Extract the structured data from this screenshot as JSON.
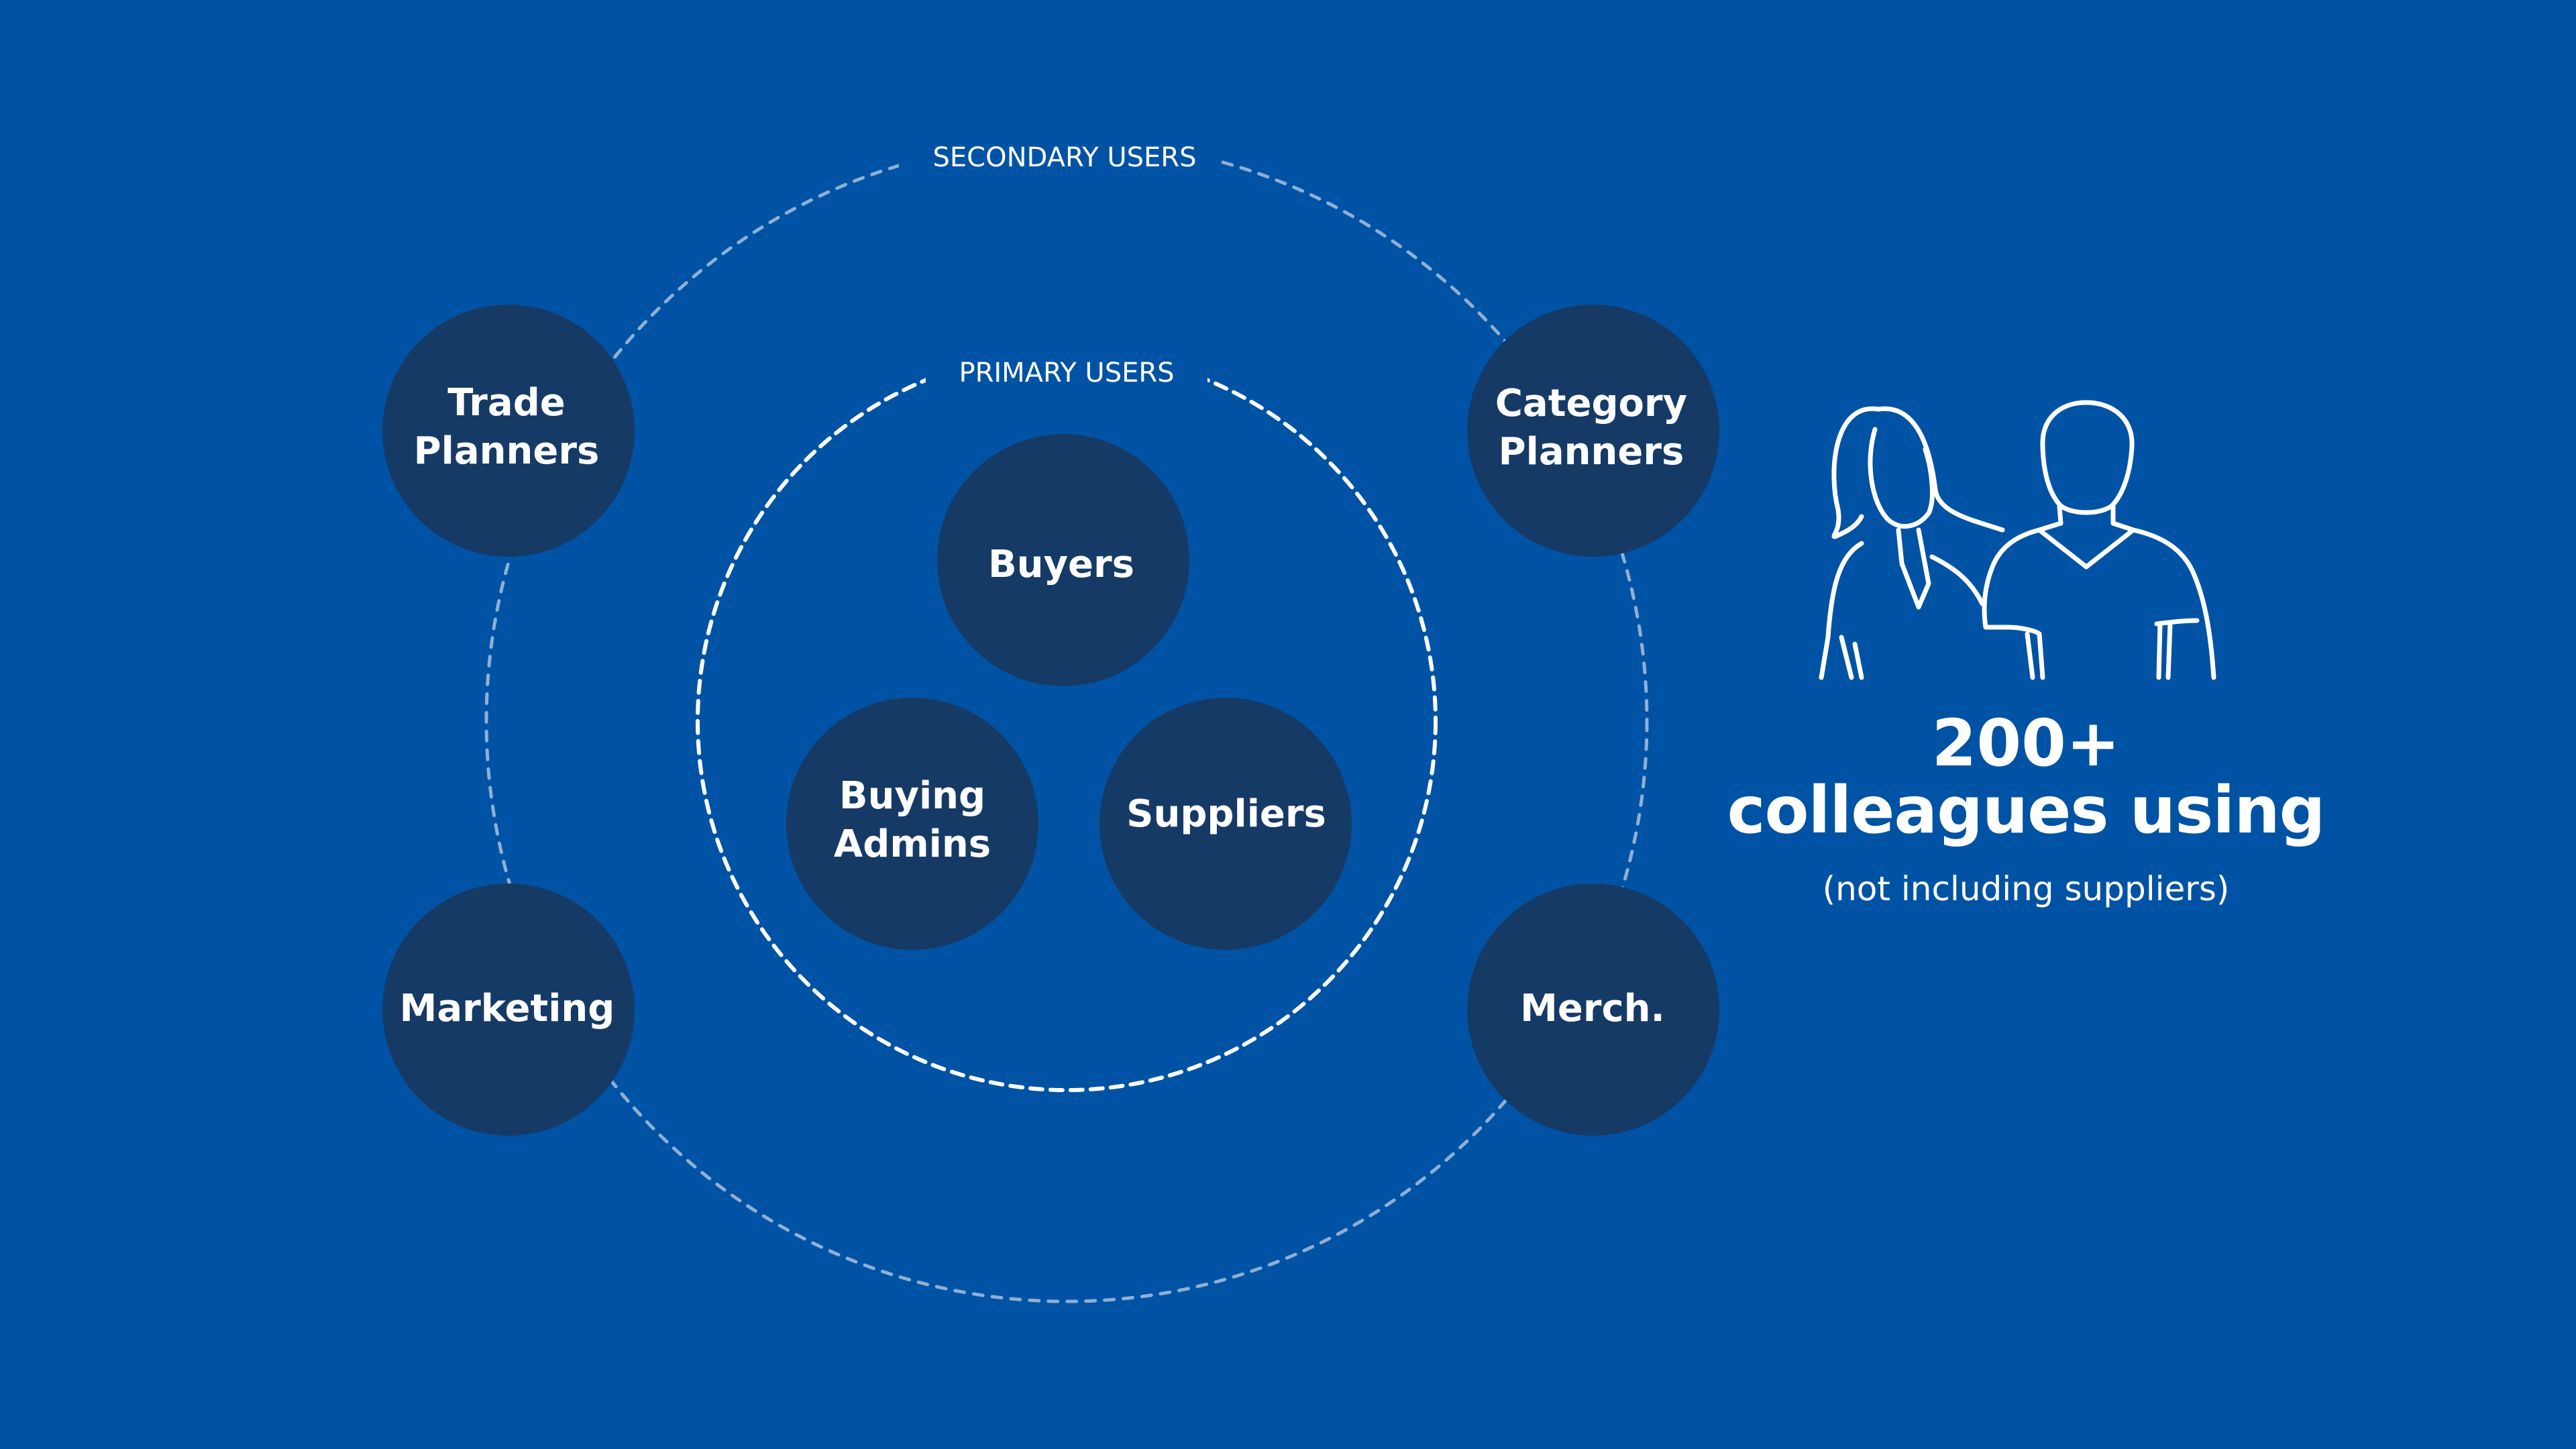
{
  "rings": {
    "secondary_label": "SECONDARY USERS",
    "primary_label": "PRIMARY USERS"
  },
  "primary_users": [
    {
      "line1": "Buyers",
      "line2": ""
    },
    {
      "line1": "Buying",
      "line2": "Admins"
    },
    {
      "line1": "Suppliers",
      "line2": ""
    }
  ],
  "secondary_users": [
    {
      "line1": "Trade",
      "line2": "Planners"
    },
    {
      "line1": "Category",
      "line2": "Planners"
    },
    {
      "line1": "Marketing",
      "line2": ""
    },
    {
      "line1": "Merch.",
      "line2": ""
    }
  ],
  "stat": {
    "number": "200+",
    "label": "colleagues using",
    "note": "(not including suppliers)",
    "icon": "people-icon"
  },
  "colors": {
    "background": "#0053A4",
    "node": "#163A66",
    "text": "#ffffff"
  }
}
